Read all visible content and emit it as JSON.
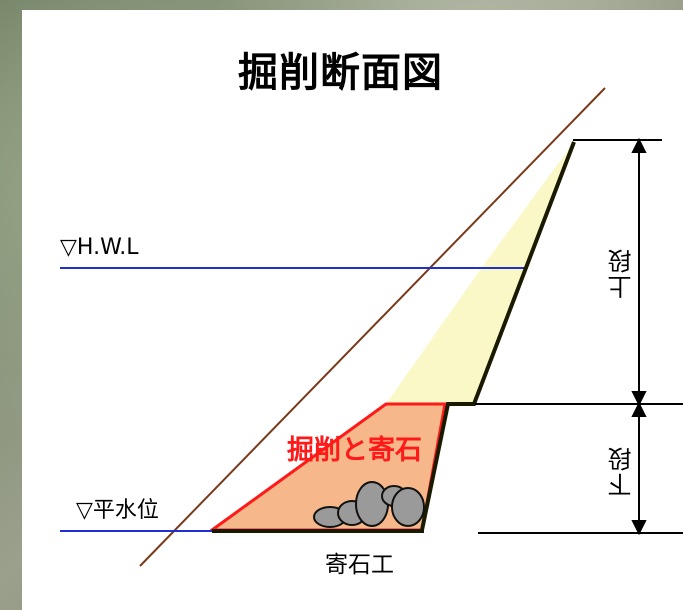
{
  "title": "掘削断面図",
  "labels": {
    "hwl": "▽H.W.L",
    "normal_water_level": "▽平水位",
    "excavation": "掘削と寄石",
    "stone_work": "寄石工",
    "upper_tier": "上段",
    "lower_tier": "下段"
  },
  "colors": {
    "water_line": "#1f2fd0",
    "ground_line": "#7a3a1a",
    "upper_fill": "#fbf8c8",
    "excavation_fill": "#f6b88a",
    "excavation_outline": "#ff1a1a",
    "wall_outline": "#1a1a00",
    "stone": "#9a9a9a"
  }
}
